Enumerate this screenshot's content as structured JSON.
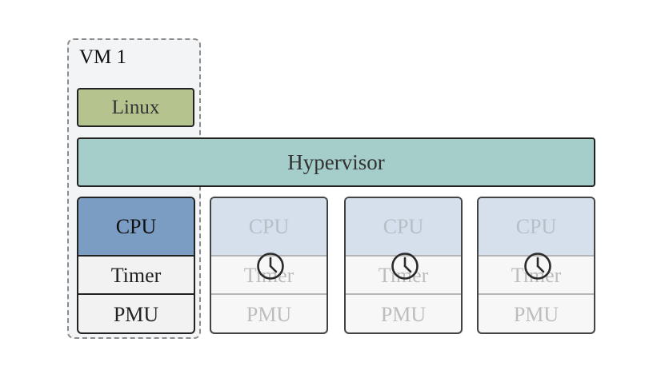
{
  "vm": {
    "title": "VM 1"
  },
  "linux": {
    "label": "Linux"
  },
  "hypervisor": {
    "label": "Hypervisor"
  },
  "cores": [
    {
      "state": "assigned",
      "cpu": "CPU",
      "timer": "Timer",
      "pmu": "PMU"
    },
    {
      "state": "idle",
      "cpu": "CPU",
      "timer": "Timer",
      "pmu": "PMU",
      "icon": "clock-icon"
    },
    {
      "state": "idle",
      "cpu": "CPU",
      "timer": "Timer",
      "pmu": "PMU",
      "icon": "clock-icon"
    },
    {
      "state": "idle",
      "cpu": "CPU",
      "timer": "Timer",
      "pmu": "PMU",
      "icon": "clock-icon"
    }
  ],
  "colors": {
    "linux": "#b5c48f",
    "hypervisor": "#a5ceca",
    "cpu_active": "#7b9dc3",
    "cpu_idle": "#d6e0ec"
  }
}
